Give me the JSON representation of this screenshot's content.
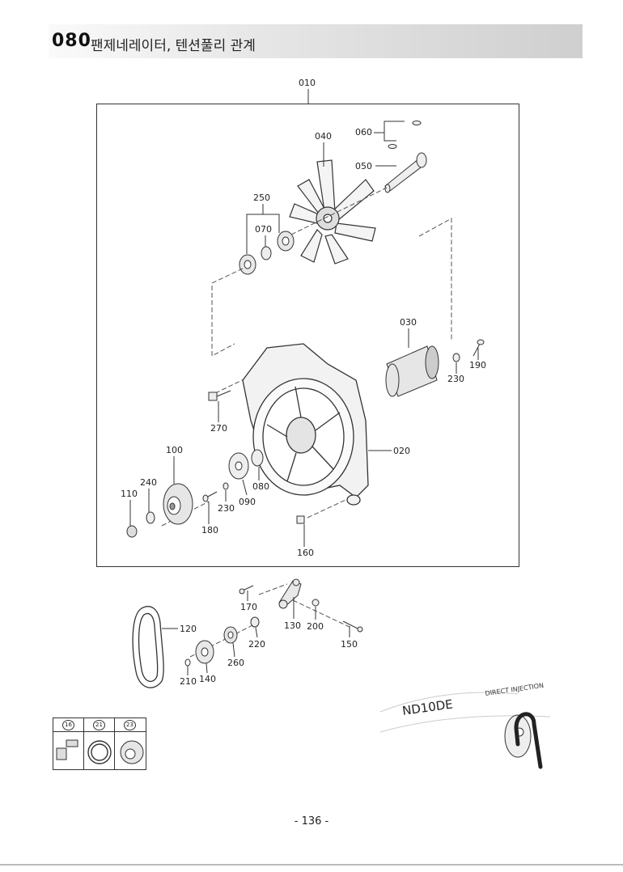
{
  "header": {
    "section_number": "080",
    "section_title": "팬제네레이터, 텐션풀리 관계"
  },
  "assembly_label": "010",
  "part_labels": {
    "p020": "020",
    "p030": "030",
    "p040": "040",
    "p050": "050",
    "p060": "060",
    "p070": "070",
    "p080": "080",
    "p090": "090",
    "p100": "100",
    "p110": "110",
    "p120": "120",
    "p130": "130",
    "p140": "140",
    "p150": "150",
    "p160": "160",
    "p170": "170",
    "p180": "180",
    "p190": "190",
    "p200": "200",
    "p210": "210",
    "p220": "220",
    "p230a": "230",
    "p230b": "230",
    "p240": "240",
    "p250": "250",
    "p260": "260",
    "p270": "270"
  },
  "legend": [
    "16",
    "21",
    "23"
  ],
  "model": {
    "name": "ND10DE",
    "badge": "DIRECT INJECTION"
  },
  "footer": {
    "page_number": "- 136 -"
  }
}
